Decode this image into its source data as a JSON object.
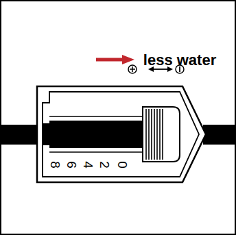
{
  "diagram": {
    "labels": [
      "less water",
      "8",
      "6",
      "4",
      "2",
      "0"
    ]
  }
}
